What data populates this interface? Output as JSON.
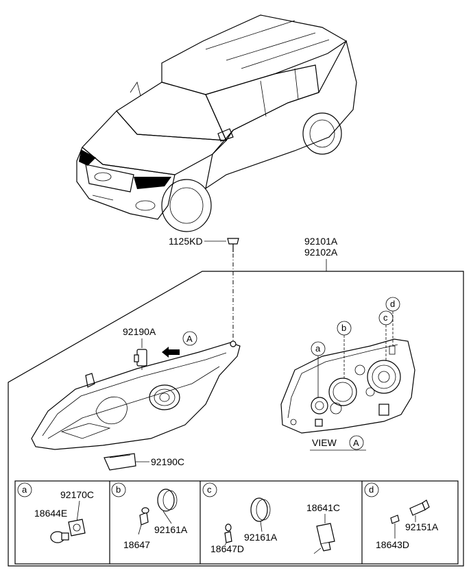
{
  "callouts": {
    "screw": "1125KD",
    "headlamp_lh": "92101A",
    "headlamp_rh": "92102A",
    "actuator": "92190A",
    "ballast": "92190C",
    "view_arrow_letter": "A",
    "view_label": "VIEW",
    "view_letter": "A"
  },
  "view_markers": [
    "a",
    "b",
    "c",
    "d"
  ],
  "panels": {
    "a": {
      "letter": "a",
      "parts": [
        "92170C",
        "18644E"
      ]
    },
    "b": {
      "letter": "b",
      "parts": [
        "92161A",
        "18647"
      ]
    },
    "c": {
      "letter": "c",
      "parts": [
        "92161A",
        "18647D",
        "18641C"
      ]
    },
    "d": {
      "letter": "d",
      "parts": [
        "92151A",
        "18643D"
      ]
    }
  },
  "colors": {
    "line": "#000000",
    "background": "#ffffff"
  }
}
